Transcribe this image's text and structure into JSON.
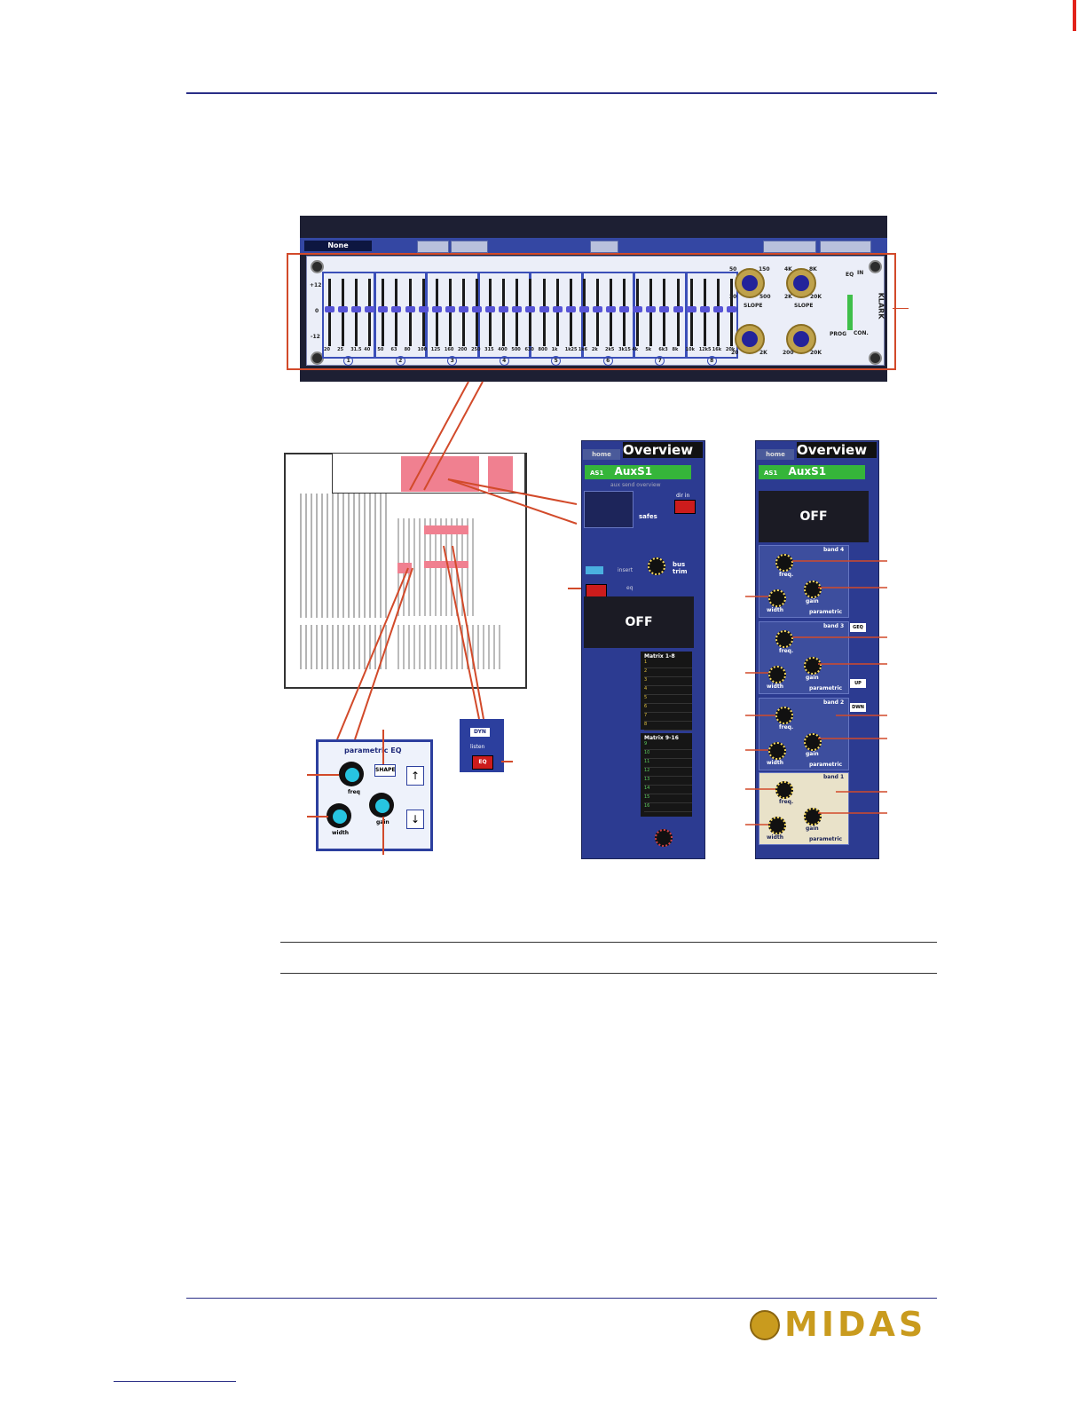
{
  "page": {
    "brand": "MIDAS"
  },
  "geq": {
    "preset_value": "None",
    "level_marks": [
      "+12",
      "0",
      "-12"
    ],
    "freq_labels": [
      "20",
      "25",
      "31.5",
      "40",
      "50",
      "63",
      "80",
      "100",
      "125",
      "160",
      "200",
      "250",
      "315",
      "400",
      "500",
      "630",
      "800",
      "1k",
      "1k25",
      "1k6",
      "2k",
      "2k5",
      "3k15",
      "4k",
      "5k",
      "6k3",
      "8k",
      "10k",
      "12k5",
      "16k",
      "20k"
    ],
    "band_numbers": [
      "1",
      "2",
      "3",
      "4",
      "5",
      "6",
      "7",
      "8"
    ],
    "right_labels": {
      "slope1": "SLOPE",
      "slope2": "SLOPE",
      "eq": "EQ",
      "in": "IN",
      "prog": "PROG",
      "con": "CON.",
      "brand": "KLARK"
    },
    "knob_scales": {
      "k1_lo": "20",
      "k1_hi": "500",
      "k1_top_l": "50",
      "k1_top_r": "150",
      "k2_lo": "2K",
      "k2_hi": "20K",
      "k2_top_l": "4K",
      "k2_top_r": "8K",
      "k3_lo": "20",
      "k3_hi": "2K",
      "k4_lo": "200",
      "k4_hi": "20K"
    }
  },
  "overview_left": {
    "home_tab": "home",
    "title": "Overview",
    "channel_code": "AS1",
    "channel_name": "AuxS1",
    "subtitle": "aux send overview",
    "dir_in": "dir in",
    "safes": "safes",
    "bus_trim": "bus trim",
    "insert": "insert",
    "eq": "eq",
    "off_text": "OFF",
    "matrix_1_8": "Matrix 1-8",
    "matrix_9_16": "Matrix 9-16",
    "matrix_rows_a": [
      "1",
      "2",
      "3",
      "4",
      "5",
      "6",
      "7",
      "8"
    ],
    "matrix_rows_b": [
      "9",
      "10",
      "11",
      "12",
      "13",
      "14",
      "15",
      "16"
    ]
  },
  "overview_right": {
    "home_tab": "home",
    "title": "Overview",
    "channel_code": "AS1",
    "channel_name": "AuxS1",
    "off_text": "OFF",
    "bands": [
      {
        "name": "band 4",
        "freq": "freq.",
        "gain": "gain",
        "width": "width",
        "mode": "parametric"
      },
      {
        "name": "band 3",
        "freq": "freq.",
        "gain": "gain",
        "width": "width",
        "mode": "parametric"
      },
      {
        "name": "band 2",
        "freq": "freq.",
        "gain": "gain",
        "width": "width",
        "mode": "parametric"
      },
      {
        "name": "band 1",
        "freq": "freq.",
        "gain": "gain",
        "width": "width",
        "mode": "parametric"
      }
    ],
    "side_buttons": [
      "GEQ",
      "UP",
      "DWN"
    ]
  },
  "peq_panel": {
    "title": "parametric EQ",
    "shape": "SHAPE",
    "freq": "freq",
    "width": "width",
    "gain": "gain"
  },
  "eq_panel": {
    "top_button": "DYN",
    "listen": "listen",
    "eq": "EQ"
  },
  "colors": {
    "accent_blue": "#2a2e86",
    "callout_red": "#d24a2a",
    "logo_gold": "#c99b1e"
  }
}
